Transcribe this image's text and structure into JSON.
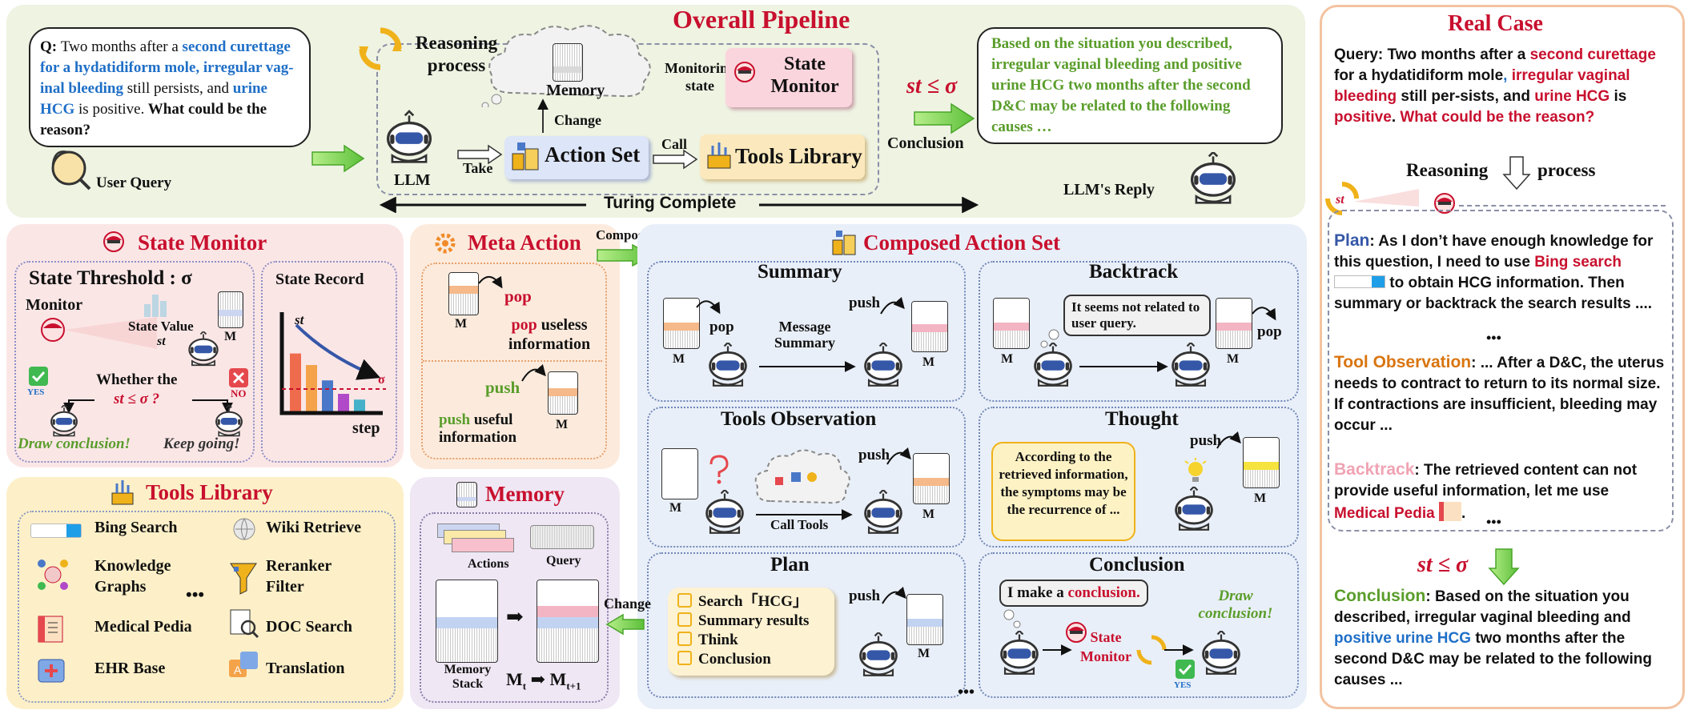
{
  "pipeline": {
    "title": "Overall Pipeline",
    "user_query_label": "User Query",
    "query": {
      "q": "Q:",
      "t1": "Two months after a",
      "h1": "second curettage for a hydatidiform mole, irregular vag-inal bleeding",
      "t2": "still persists, and",
      "h2": "urine HCG",
      "t3": "is positive.",
      "t4": "What could be the reason?"
    },
    "reasoning_process": "Reasoning process",
    "memory": "Memory",
    "change": "Change",
    "monitoring_state": "Monitoring state",
    "state_monitor": "State Monitor",
    "llm": "LLM",
    "take": "Take",
    "action_set": "Action Set",
    "call": "Call",
    "tools_library": "Tools Library",
    "turing_complete": "Turing Complete",
    "condition": "st ≤ σ",
    "conclusion": "Conclusion",
    "reply": "Based on the situation you described, irregular vaginal bleeding and positive urine HCG two months after the second D&C may be related to the following causes …",
    "reply_label": "LLM's Reply"
  },
  "state_monitor": {
    "title": "State Monitor",
    "threshold": "State Threshold : σ",
    "monitor": "Monitor",
    "state_value": "State Value",
    "st": "st",
    "m": "M",
    "whether": "Whether the",
    "cond": "st ≤ σ ?",
    "yes": "YES",
    "no": "NO",
    "draw": "Draw conclusion!",
    "keep": "Keep going!",
    "record": "State Record",
    "sigma": "σ",
    "step": "step",
    "bars": [
      0.62,
      0.5,
      0.34,
      0.2,
      0.14
    ],
    "bar_colors": [
      "#ef6b4d",
      "#f4a34a",
      "#4a78c8",
      "#b14ac8",
      "#45b0c8"
    ]
  },
  "meta_action": {
    "title": "Meta Action",
    "compose": "Compose",
    "pop": "pop",
    "pop_desc1": "pop",
    "pop_desc2": "useless information",
    "push": "push",
    "push_desc1": "push",
    "push_desc2": "useful information",
    "m": "M"
  },
  "composed": {
    "title": "Composed Action Set",
    "summary": {
      "title": "Summary",
      "pop": "pop",
      "push": "push",
      "msg": "Message Summary",
      "m": "M"
    },
    "backtrack": {
      "title": "Backtrack",
      "bubble": "It seems not related to user query.",
      "pop": "pop",
      "m": "M"
    },
    "tools_obs": {
      "title": "Tools Observation",
      "push": "push",
      "call": "Call Tools",
      "m": "M"
    },
    "thought": {
      "title": "Thought",
      "text": "According to the retrieved information, the symptoms may be the  recurrence of ...",
      "push": "push",
      "m": "M"
    },
    "plan": {
      "title": "Plan",
      "items": [
        "Search「HCG」",
        "Summary results",
        "Think",
        "Conclusion"
      ],
      "push": "push",
      "m": "M"
    },
    "conclusion": {
      "title": "Conclusion",
      "t1": "I make a",
      "t2": "conclusion.",
      "monitor": "State Monitor",
      "draw": "Draw conclusion!",
      "yes": "YES"
    },
    "dots": "•••"
  },
  "tools": {
    "title": "Tools Library",
    "items": [
      "Bing Search",
      "Wiki Retrieve",
      "Knowledge Graphs",
      "Reranker Filter",
      "Medical Pedia",
      "DOC Search",
      "EHR Base",
      "Translation"
    ],
    "dots": "•••"
  },
  "memory": {
    "title": "Memory",
    "actions": "Actions",
    "query": "Query",
    "stack": "Memory Stack",
    "change": "Change",
    "mt": "M",
    "mt_sub": "t",
    "arrow": "➡",
    "mt1": "M",
    "mt1_sub": "t+1"
  },
  "real_case": {
    "title": "Real Case",
    "query_label": "Query:",
    "q1": "Two months after a",
    "q2": "second curettage",
    "q3": "for a hydatidiform mole",
    "q4": ",",
    "q5": "irregular vaginal bleeding",
    "q6": "still per-sists, and",
    "q7": "urine HCG",
    "q8": "is",
    "q9": "positive",
    "q10": ".",
    "q11": "What could be the reason?",
    "reasoning": "Reasoning",
    "process": "process",
    "plan_label": "Plan",
    "plan1": ": As I don’t have enough knowledge for this question, I need to use",
    "bing": "Bing search",
    "plan2": "to obtain HCG information. Then summary or backtrack the search results ....",
    "dots": "•••",
    "tool_label": "Tool Observation",
    "tool_text": ": ... After a D&C, the uterus needs to contract to return to its normal size. If contractions are insufficient, bleeding may occur ...",
    "back_label": "Backtrack",
    "back1": ": The retrieved content can not provide useful information, let me use",
    "pedia": "Medical Pedia",
    "back2": ".",
    "cond": "st ≤ σ",
    "concl_label": "Conclusion",
    "c1": ": Based on the situation you described, irregular vaginal bleeding and",
    "c2": "positive urine HCG",
    "c3": "two months after the second D&C may be related to the following causes ..."
  },
  "colors": {
    "pipeline_bg": "#eef3e2",
    "monitor_bg": "#fbe6e6",
    "meta_bg": "#fcebdd",
    "composed_bg": "#e9eff8",
    "tools_bg": "#fdf0c8",
    "memory_bg": "#efe7f4",
    "realcase_border": "#f3c3a0",
    "title_red": "#c8102e",
    "green_arrow": "#7ed957"
  }
}
